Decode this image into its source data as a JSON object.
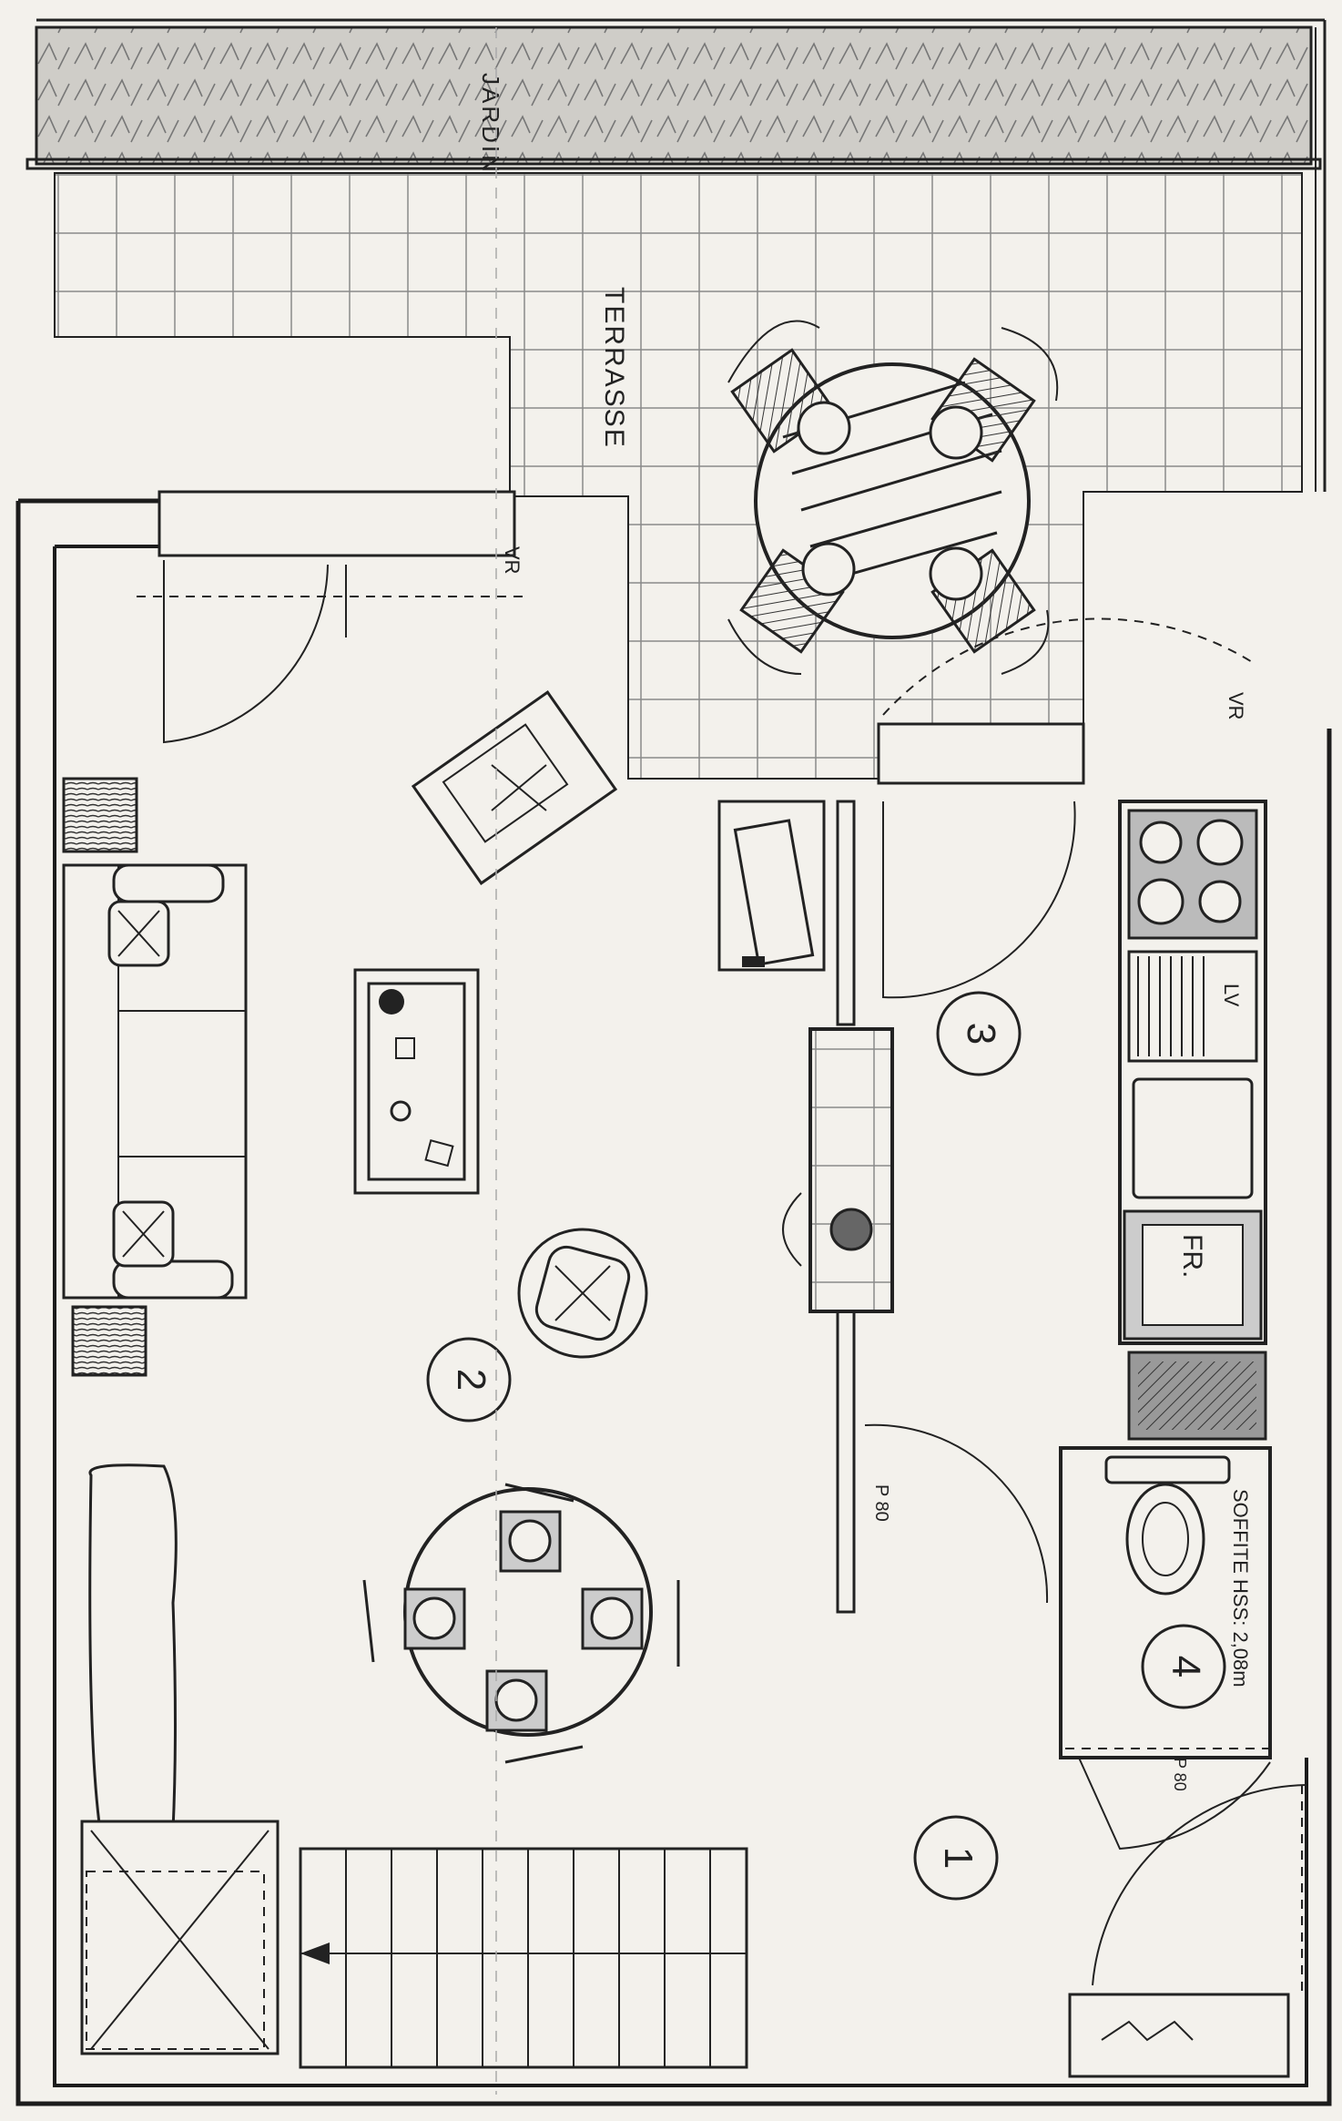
{
  "labels": {
    "garden": "JARDIN",
    "terrace": "TERRASSE",
    "fridge": "FR.",
    "lv": "LV",
    "ceiling_note": "SOFFITE HSS: 2,08m",
    "door_p80_wc": "P 80",
    "door_p80_partition": "P 80",
    "vr_left": "VR",
    "vr_right": "VR",
    "rooms": [
      "1",
      "2",
      "3",
      "4"
    ]
  },
  "colors": {
    "background": "#f3f1ec",
    "ink": "#1c1c1c",
    "garden_fill": "#cfcdc8",
    "hatch": "#555555"
  },
  "icons": [
    "stair-arrow-icon",
    "door-swing-icon",
    "window-icon"
  ]
}
